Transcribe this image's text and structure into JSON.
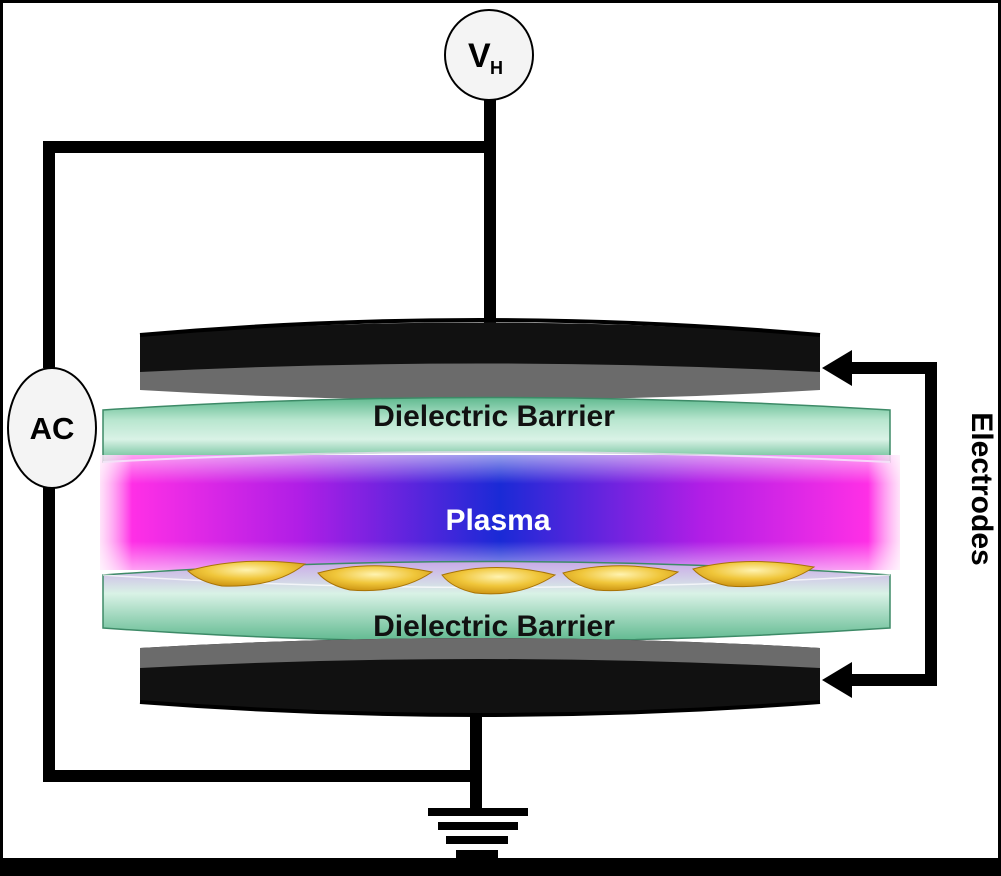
{
  "labels": {
    "vh_main": "V",
    "vh_sub": "H",
    "ac": "AC",
    "barrier_top": "Dielectric Barrier",
    "barrier_bottom": "Dielectric Barrier",
    "plasma": "Plasma",
    "electrodes": "Electrodes"
  },
  "colors": {
    "background": "#000000",
    "panel": "#ffffff",
    "wire": "#000000",
    "electrode": "#111111",
    "electrode_rim": "#6b6b6b",
    "barrier": "#7ac7a4",
    "plasma_center": "#1c2bd8",
    "plasma_edge": "#ff1fe0",
    "grain": "#e8b52a"
  }
}
